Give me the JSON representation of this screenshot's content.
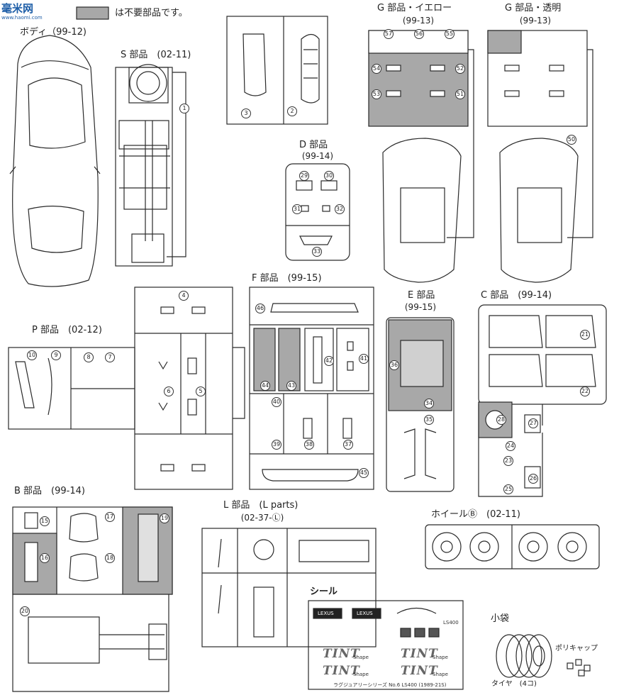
{
  "watermark": {
    "title": "毫米网",
    "url": "www.haomi.com"
  },
  "legend": {
    "text": "は不要部品です。"
  },
  "groups": {
    "body": {
      "label": "ボディ（99-12)"
    },
    "s": {
      "label": "S 部品　(02-11)"
    },
    "d": {
      "label": "D 部品",
      "code": "(99-14)"
    },
    "g_yellow": {
      "label": "G 部品・イエロー",
      "code": "(99-13)"
    },
    "g_clear": {
      "label": "G 部品・透明",
      "code": "(99-13)"
    },
    "p": {
      "label": "P 部品　(02-12)"
    },
    "f": {
      "label": "F 部品　(99-15)"
    },
    "e": {
      "label": "E 部品",
      "code": "(99-15)"
    },
    "c": {
      "label": "C 部品　(99-14)"
    },
    "b": {
      "label": "B 部品　(99-14)"
    },
    "l": {
      "label": "L 部品　(L parts)",
      "code": "(02-37-Ⓛ)"
    },
    "wheel": {
      "label": "ホイールⒷ　(02-11)"
    },
    "seal": {
      "label": "シール"
    },
    "bag": {
      "label": "小袋",
      "cap": "ポリキャップ",
      "tire": "タイヤ　(4コ)"
    }
  },
  "decal": {
    "brand": "LEXUS",
    "tint": "TINT",
    "shape": "Shape",
    "model": "LS400",
    "footer": "ラグジュアリーシリーズ No.6 LS400 (1989-21S)"
  },
  "part_numbers": [
    "1",
    "2",
    "3",
    "4",
    "5",
    "6",
    "7",
    "8",
    "9",
    "10",
    "15",
    "16",
    "17",
    "18",
    "19",
    "20",
    "21",
    "22",
    "23",
    "24",
    "25",
    "26",
    "27",
    "28",
    "29",
    "30",
    "31",
    "32",
    "33",
    "34",
    "35",
    "36",
    "37",
    "38",
    "39",
    "40",
    "41",
    "42",
    "43",
    "44",
    "45",
    "46",
    "50",
    "51",
    "52",
    "53",
    "54",
    "55",
    "56",
    "57"
  ],
  "colors": {
    "unneeded_gray": "#a8a8a8",
    "line": "#2a2a2a",
    "watermark": "#1f5fa8"
  }
}
